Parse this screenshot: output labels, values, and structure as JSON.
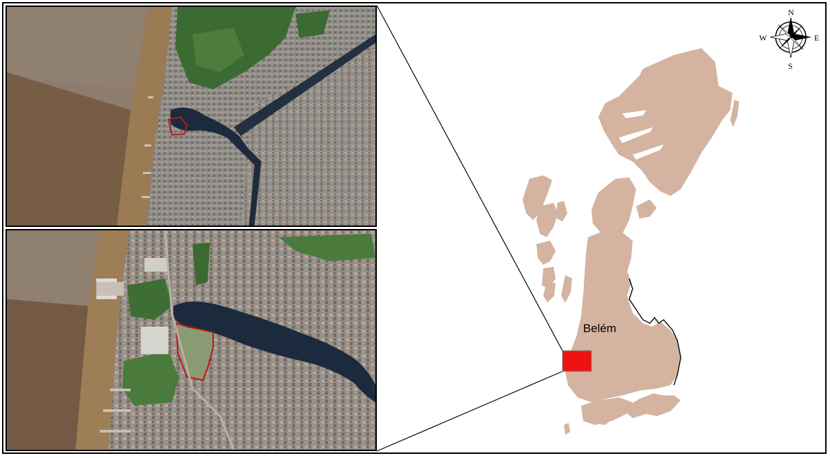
{
  "map": {
    "city_label": "Belém",
    "compass": {
      "north": "N",
      "south": "S",
      "east": "E",
      "west": "W"
    },
    "colors": {
      "land": "#d4b3a0",
      "river": "#9b7b53",
      "water_gray": "#8e7d6e",
      "lake": "#1c2a3d",
      "urban": "#8a8784",
      "vegetation": "#3c6a33",
      "study_area_outline": "#c0141a",
      "locator_box": "#ee1111"
    }
  }
}
